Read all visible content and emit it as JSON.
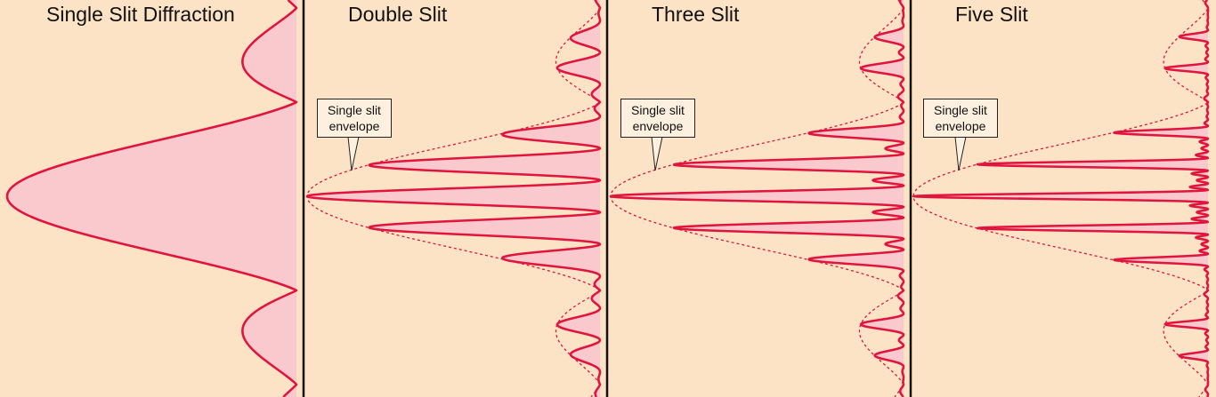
{
  "colors": {
    "background": "#fde3c6",
    "curve": "#e0143c",
    "fill": "#f9c9cd",
    "divider": "#111111"
  },
  "panels": [
    {
      "title": "Single Slit Diffraction",
      "slits": 1,
      "callout": null
    },
    {
      "title": "Double Slit",
      "slits": 2,
      "callout": {
        "line1": "Single slit",
        "line2": "envelope"
      }
    },
    {
      "title": "Three Slit",
      "slits": 3,
      "callout": {
        "line1": "Single slit",
        "line2": "envelope"
      }
    },
    {
      "title": "Five Slit",
      "slits": 5,
      "callout": {
        "line1": "Single slit",
        "line2": "envelope"
      }
    }
  ]
}
